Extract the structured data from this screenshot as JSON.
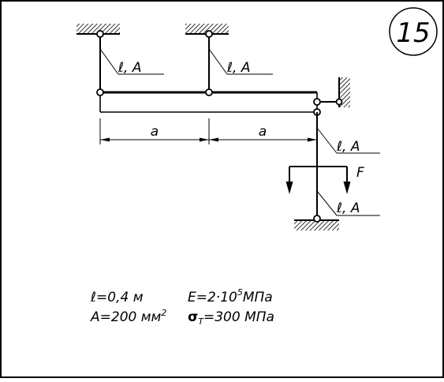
{
  "diagram": {
    "problem_number": "15",
    "rod_labels": [
      "ℓ, A",
      "ℓ, A",
      "ℓ, A",
      "ℓ, A"
    ],
    "dimension_labels": [
      "a",
      "a"
    ],
    "force_label": "F"
  },
  "given": {
    "length": "ℓ=0,4 м",
    "area_prefix": "A=200 мм",
    "area_power": "2",
    "modulus_prefix": "E=2·10",
    "modulus_power": "5",
    "modulus_unit": "МПа",
    "yield_symbol": "σ",
    "yield_subscript": "T",
    "yield_value": "=300 МПа"
  }
}
